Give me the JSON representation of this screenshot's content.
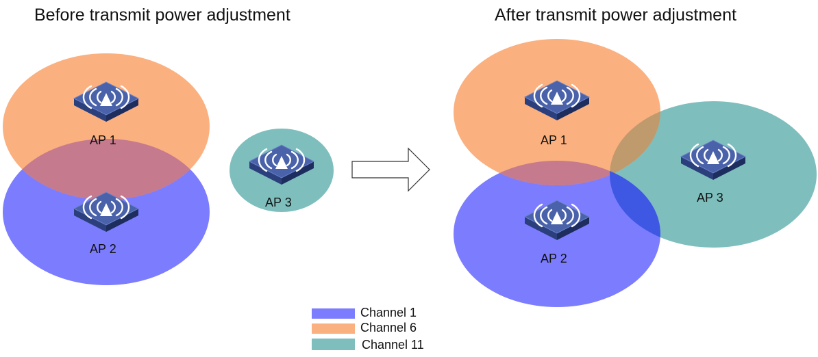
{
  "titles": {
    "before": "Before transmit power adjustment",
    "after": "After transmit power adjustment"
  },
  "colors": {
    "channel_1": "#7c7cff",
    "channel_6": "#fbb07f",
    "channel_11": "#7ebfbe",
    "overlap_1_6": "#c57a8e",
    "overlap_6_11": "#bf9a6c",
    "overlap_1_11": "#3f58e3",
    "ap_top": "#4860a8",
    "ap_side_left": "#2a3e7a",
    "ap_side_right": "#1c2c5c"
  },
  "before": {
    "ap1": {
      "label": "AP 1",
      "channel": "Channel 6"
    },
    "ap2": {
      "label": "AP 2",
      "channel": "Channel 1"
    },
    "ap3": {
      "label": "AP 3",
      "channel": "Channel 11"
    }
  },
  "after": {
    "ap1": {
      "label": "AP 1",
      "channel": "Channel 6"
    },
    "ap2": {
      "label": "AP 2",
      "channel": "Channel 1"
    },
    "ap3": {
      "label": "AP 3",
      "channel": "Channel 11"
    }
  },
  "legend": [
    {
      "label": "Channel 1",
      "color": "#7c7cff"
    },
    {
      "label": "Channel 6",
      "color": "#fbb07f"
    },
    {
      "label": "Channel 11",
      "color": "#7ebfbe"
    }
  ],
  "icons": {
    "ap": "wireless-access-point-icon",
    "arrow": "right-arrow-icon"
  }
}
